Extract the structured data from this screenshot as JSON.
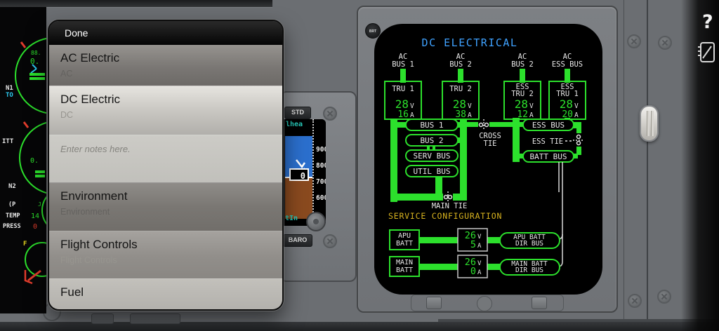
{
  "popup": {
    "done_label": "Done",
    "notes_placeholder": "Enter notes here.",
    "items": [
      {
        "title": "AC Electric",
        "subtitle": "AC"
      },
      {
        "title": "DC Electric",
        "subtitle": "DC"
      },
      {
        "title": "Environment",
        "subtitle": "Environment"
      },
      {
        "title": "Flight Controls",
        "subtitle": "Flight Controls"
      },
      {
        "title": "Fuel",
        "subtitle": ""
      }
    ]
  },
  "eicas": {
    "readout_88": "88.",
    "readout_0a": "0.",
    "readout_0b": "0.",
    "n1": "N1",
    "to": "TO",
    "itt": "ITT",
    "n2": "N2",
    "psi": "(P",
    "temp": "TEMP",
    "temp_value": "14",
    "press": "PRESS",
    "press_value": "0",
    "fuel_f": "F",
    "j": "J"
  },
  "standby": {
    "std": "STD",
    "baro": "BARO",
    "top_text": "lhea",
    "bottom_text": "tIn",
    "alt_readout": "0",
    "tape": [
      "900",
      "800",
      "700",
      "600"
    ]
  },
  "electrical": {
    "brt": "BRT",
    "title": "DC ELECTRICAL",
    "feeds": [
      {
        "l1": "AC",
        "l2": "BUS 1"
      },
      {
        "l1": "AC",
        "l2": "BUS 2"
      },
      {
        "l1": "AC",
        "l2": "BUS 2"
      },
      {
        "l1": "AC",
        "l2": "ESS BUS"
      }
    ],
    "trus": [
      {
        "n1": "TRU 1",
        "n2": "",
        "v": "28",
        "vu": "V",
        "a": "16",
        "au": "A"
      },
      {
        "n1": "TRU 2",
        "n2": "",
        "v": "28",
        "vu": "V",
        "a": "38",
        "au": "A"
      },
      {
        "n1": "ESS",
        "n2": "TRU 2",
        "v": "28",
        "vu": "V",
        "a": "12",
        "au": "A"
      },
      {
        "n1": "ESS",
        "n2": "TRU 1",
        "v": "28",
        "vu": "V",
        "a": "20",
        "au": "A"
      }
    ],
    "pills": {
      "bus1": "BUS 1",
      "bus2": "BUS 2",
      "serv": "SERV BUS",
      "util": "UTIL BUS",
      "ess": "ESS BUS",
      "batt": "BATT BUS"
    },
    "ties": {
      "cross_l1": "CROSS",
      "cross_l2": "TIE",
      "main": "MAIN TIE",
      "ess": "ESS TIE"
    },
    "service": {
      "title": "SERVICE CONFIGURATION",
      "rows": [
        {
          "src1": "APU",
          "src2": "BATT",
          "v": "26",
          "vu": "V",
          "a": "5",
          "au": "A",
          "dest1": "APU BATT",
          "dest2": "DIR BUS"
        },
        {
          "src1": "MAIN",
          "src2": "BATT",
          "v": "26",
          "vu": "V",
          "a": "0",
          "au": "A",
          "dest1": "MAIN BATT",
          "dest2": "DIR BUS"
        }
      ]
    }
  },
  "overlay": {
    "help": "?"
  },
  "colors": {
    "crt_green": "#2ce02c",
    "crt_cyan": "#3fa2ff",
    "crt_yellow": "#d9b41f",
    "crt_white": "#e8e8e8"
  }
}
